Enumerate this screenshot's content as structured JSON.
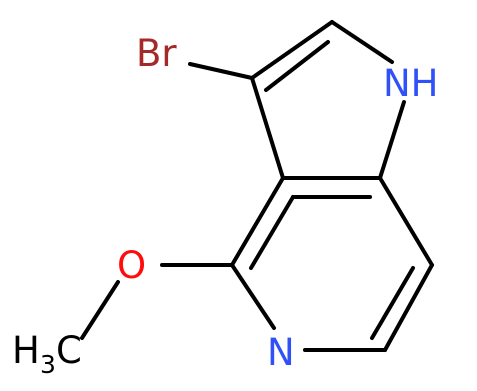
{
  "molecule": {
    "atoms": {
      "bromine": {
        "text": "Br",
        "color": "#A62929"
      },
      "nh": {
        "text": "NH",
        "color": "#3050F8"
      },
      "oxygen": {
        "text": "O",
        "color": "#FF0D0D"
      },
      "nitrogen": {
        "text": "N",
        "color": "#3050F8"
      },
      "methyl": {
        "main": "H",
        "sub": "3",
        "tail": "C",
        "color": "#000000"
      }
    },
    "bond_color": "#000000"
  }
}
